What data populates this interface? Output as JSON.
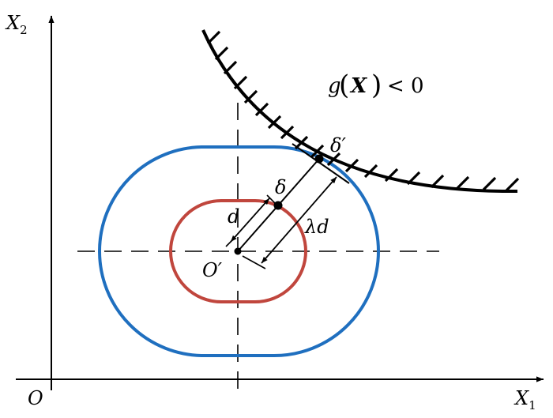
{
  "labels": {
    "x2_axis": "X",
    "x2_sub": "2",
    "x1_axis": "X",
    "x1_sub": "1",
    "origin": "O",
    "o_prime": "O′",
    "constraint_prefix": "g",
    "constraint_var": "X",
    "constraint_rel": "< 0",
    "delta_prime": "δ′",
    "delta": "δ",
    "d": "d",
    "lambda_d": "λd"
  },
  "colors": {
    "axis": "#000000",
    "outer_contour": "#1f6fbf",
    "inner_contour": "#c0463d",
    "limit_state": "#000000"
  }
}
